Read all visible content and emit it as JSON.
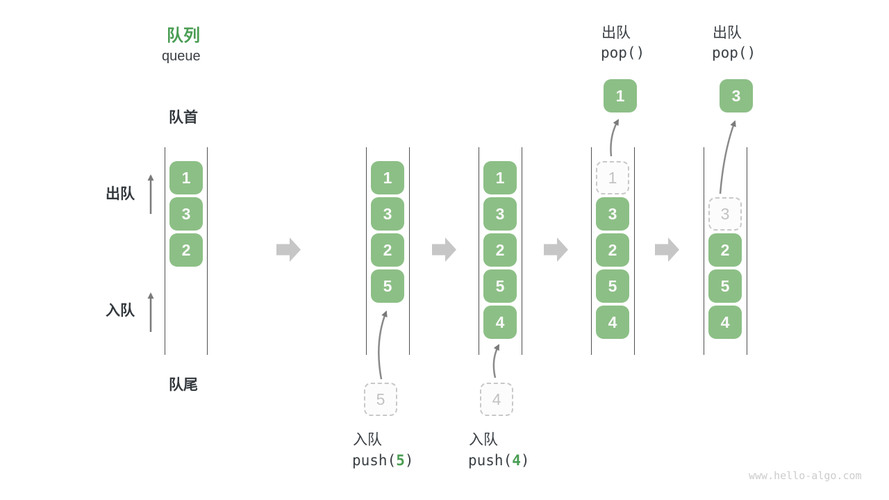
{
  "title": {
    "zh": "队列",
    "en": "queue"
  },
  "labels": {
    "front": "队首",
    "rear": "队尾",
    "dequeue_side": "出队",
    "enqueue_side": "入队"
  },
  "operations": {
    "pop_a": {
      "label": "出队",
      "code": "pop()"
    },
    "pop_b": {
      "label": "出队",
      "code": "pop()"
    },
    "push_a": {
      "label": "入队",
      "fn_open": "push(",
      "arg": "5",
      "fn_close": ")"
    },
    "push_b": {
      "label": "入队",
      "fn_open": "push(",
      "arg": "4",
      "fn_close": ")"
    }
  },
  "columns": [
    {
      "boxes": [
        "1",
        "3",
        "2"
      ]
    },
    {
      "boxes": [
        "1",
        "3",
        "2",
        "5"
      ],
      "incoming": "5"
    },
    {
      "boxes": [
        "1",
        "3",
        "2",
        "5",
        "4"
      ],
      "incoming": "4"
    },
    {
      "boxes": [
        "1",
        "3",
        "2",
        "5",
        "4"
      ],
      "popped": "1"
    },
    {
      "boxes": [
        "3",
        "2",
        "5",
        "4"
      ],
      "popped": "3"
    }
  ],
  "watermark": "www.hello-algo.com",
  "colors": {
    "accent_green": "#4A9D53",
    "box_green": "#8CBF86",
    "flow_arrow_gray": "#C6C6C6",
    "dashed_gray": "#C8C8C8",
    "thin_arrow_gray": "#7A7A7A"
  }
}
